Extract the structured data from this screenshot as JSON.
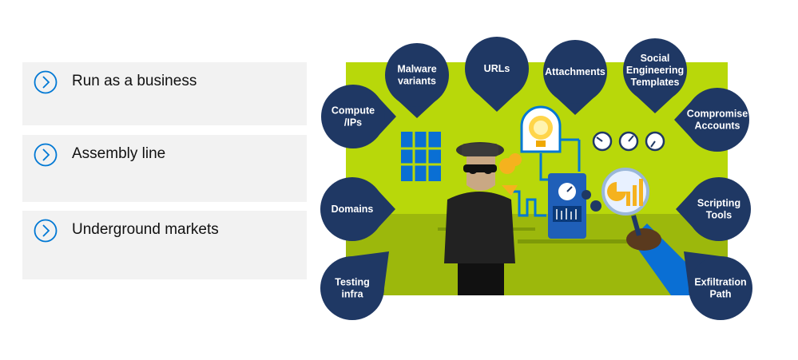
{
  "list": {
    "items": [
      {
        "label": "Run as a business"
      },
      {
        "label": "Assembly line"
      },
      {
        "label": "Underground markets"
      }
    ]
  },
  "badges": {
    "compute": {
      "lines": [
        "Compute",
        "/IPs"
      ]
    },
    "malware": {
      "lines": [
        "Malware",
        "variants"
      ]
    },
    "urls": {
      "lines": [
        "URLs"
      ]
    },
    "attachments": {
      "lines": [
        "Attachments"
      ]
    },
    "social": {
      "lines": [
        "Social",
        "Engineering",
        "Templates"
      ]
    },
    "compromise": {
      "lines": [
        "Compromise",
        "Accounts"
      ]
    },
    "domains": {
      "lines": [
        "Domains"
      ]
    },
    "scripting": {
      "lines": [
        "Scripting",
        "Tools"
      ]
    },
    "testing": {
      "lines": [
        "Testing",
        "infra"
      ]
    },
    "exfiltration": {
      "lines": [
        "Exfiltration",
        "Path"
      ]
    }
  },
  "colors": {
    "badge": "#1f3864",
    "green_light": "#b8d80a",
    "green_dark": "#9cb80c",
    "accent_blue": "#0078d4"
  }
}
